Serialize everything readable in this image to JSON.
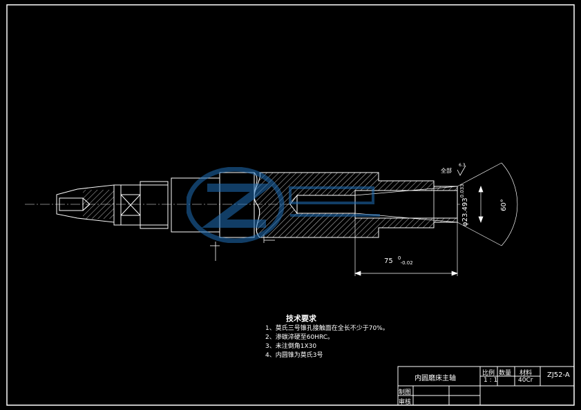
{
  "drawing": {
    "part_name": "内圆磨床主轴",
    "drawing_number": "ZJ52-A",
    "title_block": {
      "scale_label": "比例",
      "quantity_label": "数量",
      "material_label": "材料",
      "scale_value": "1 : 1",
      "material_value": "40Cr",
      "drawn_label": "制图",
      "checked_label": "审核"
    },
    "dimensions": {
      "length": "75",
      "length_tol": "0",
      "length_tol_lower": "-0.02",
      "diameter": "φ23.493",
      "diameter_tol": "0.033",
      "angle": "60°",
      "surface_note": "全部",
      "surface_finish": "6.3"
    },
    "tech_requirements": {
      "title": "技术要求",
      "items": [
        "1、莫氏三号锥孔接触面在全长不少于70%。",
        "2、渗碳淬硬至60HRC。",
        "3、未注倒角1X30",
        "4、内圆锥为莫氏3号"
      ]
    }
  },
  "colors": {
    "background": "#000000",
    "line": "#ffffff",
    "watermark": "#1f6fb8"
  }
}
